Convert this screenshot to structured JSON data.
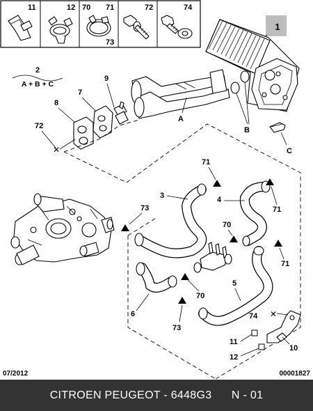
{
  "legend": [
    {
      "icon": "spring-clip-icon",
      "callouts": [
        "11"
      ]
    },
    {
      "icon": "hose-clip-icon",
      "callouts": [
        "12"
      ]
    },
    {
      "icon": "hose-clamp-icon",
      "callouts": [
        "70",
        "71",
        "73"
      ]
    },
    {
      "icon": "bolt-icon",
      "callouts": [
        "72"
      ]
    },
    {
      "icon": "flange-screw-icon",
      "callouts": [
        "74"
      ]
    }
  ],
  "callouts": {
    "c1": "1",
    "c2": "2",
    "c2_formula": "A + B + C",
    "c9": "9",
    "c7": "7",
    "c8": "8",
    "c72": "72",
    "cA": "A",
    "cB": "B",
    "cC": "C",
    "c71a": "71",
    "c3": "3",
    "c4": "4",
    "c71b": "71",
    "c73a": "73",
    "c70a": "70",
    "c71c": "71",
    "c5": "5",
    "c70b": "70",
    "c6": "6",
    "c73b": "73",
    "c74": "74",
    "c11": "11",
    "c12": "12",
    "c10": "10"
  },
  "footer": {
    "date": "07/2012",
    "code": "00001827"
  },
  "banner": {
    "text": "CITROEN PEUGEOT - 6448G3      N - 01"
  }
}
